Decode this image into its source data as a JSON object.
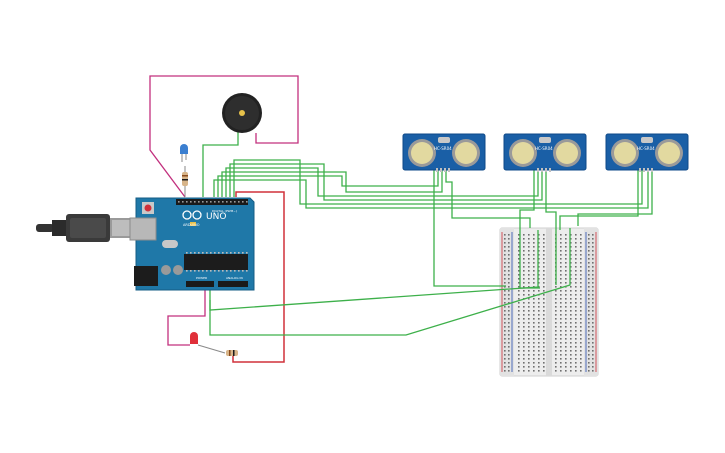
{
  "circuit": {
    "board": {
      "brand_label": "UNO",
      "logo_label": "ARDUINO",
      "digital_label": "DIGITAL (PWM~)",
      "power_label": "POWER",
      "analog_label": "ANALOG IN"
    },
    "sensors": [
      {
        "model_label": "HC-SR04"
      },
      {
        "model_label": "HC-SR04"
      },
      {
        "model_label": "HC-SR04"
      }
    ],
    "colors": {
      "board": "#1f78a8",
      "sensor": "#1a5fa6",
      "wire_green": "#3db04a",
      "wire_red": "#d0303a",
      "wire_magenta": "#c2307e",
      "breadboard": "#e9e9e9",
      "led_red": "#e0303a",
      "led_blue": "#3b7fd0",
      "buzzer": "#222222"
    },
    "icons": [
      "usb-cable-icon",
      "buzzer-icon",
      "ultrasonic-sensor-icon",
      "led-icon",
      "resistor-icon",
      "breadboard-icon",
      "arduino-board-icon"
    ]
  }
}
